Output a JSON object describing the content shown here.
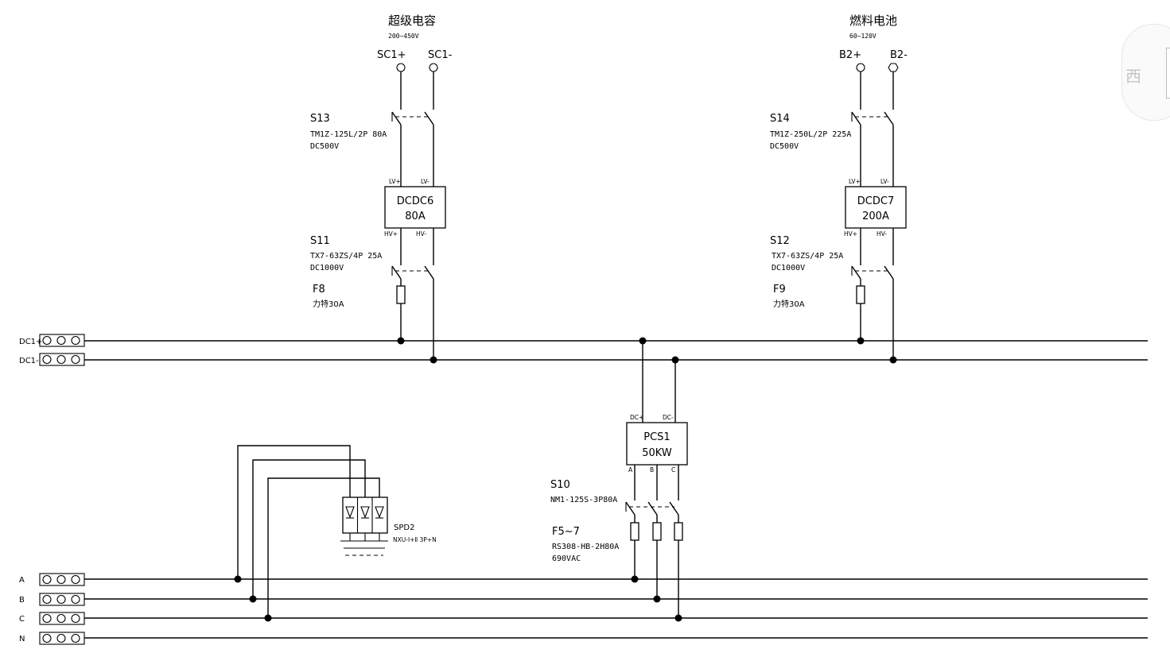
{
  "sources": {
    "supercap": {
      "title": "超级电容",
      "range": "200~450V",
      "pos": "SC1+",
      "neg": "SC1-"
    },
    "fuelcell": {
      "title": "燃料电池",
      "range": "60~120V",
      "pos": "B2+",
      "neg": "B2-"
    }
  },
  "breakers": {
    "s13": {
      "name": "S13",
      "model": "TM1Z-125L/2P 80A",
      "rating": "DC500V"
    },
    "s14": {
      "name": "S14",
      "model": "TM1Z-250L/2P 225A",
      "rating": "DC500V"
    },
    "s11": {
      "name": "S11",
      "model": "TX7-63ZS/4P 25A",
      "rating": "DC1000V"
    },
    "s12": {
      "name": "S12",
      "model": "TX7-63ZS/4P 25A",
      "rating": "DC1000V"
    },
    "s10": {
      "name": "S10",
      "model": "NM1-125S-3P80A"
    }
  },
  "fuses": {
    "f8": {
      "name": "F8",
      "spec": "力特30A"
    },
    "f9": {
      "name": "F9",
      "spec": "力特30A"
    },
    "f57": {
      "name": "F5~7",
      "model": "RS308-HB-2H80A",
      "rating": "690VAC"
    }
  },
  "converters": {
    "dcdc6": {
      "name": "DCDC6",
      "current": "80A",
      "lv_pos": "LV+",
      "lv_neg": "LV-",
      "hv_pos": "HV+",
      "hv_neg": "HV-"
    },
    "dcdc7": {
      "name": "DCDC7",
      "current": "200A",
      "lv_pos": "LV+",
      "lv_neg": "LV-",
      "hv_pos": "HV+",
      "hv_neg": "HV-"
    }
  },
  "pcs": {
    "name": "PCS1",
    "power": "50KW",
    "dc_pos": "DC+",
    "dc_neg": "DC-",
    "phase_a": "A",
    "phase_b": "B",
    "phase_c": "C"
  },
  "spd": {
    "name": "SPD2",
    "model": "NXU-Ⅰ+Ⅱ 3P+N"
  },
  "buses": {
    "dc_pos": "DC1+",
    "dc_neg": "DC1-",
    "a": "A",
    "b": "B",
    "c": "C",
    "n": "N"
  },
  "side_widget": {
    "char": "西"
  }
}
